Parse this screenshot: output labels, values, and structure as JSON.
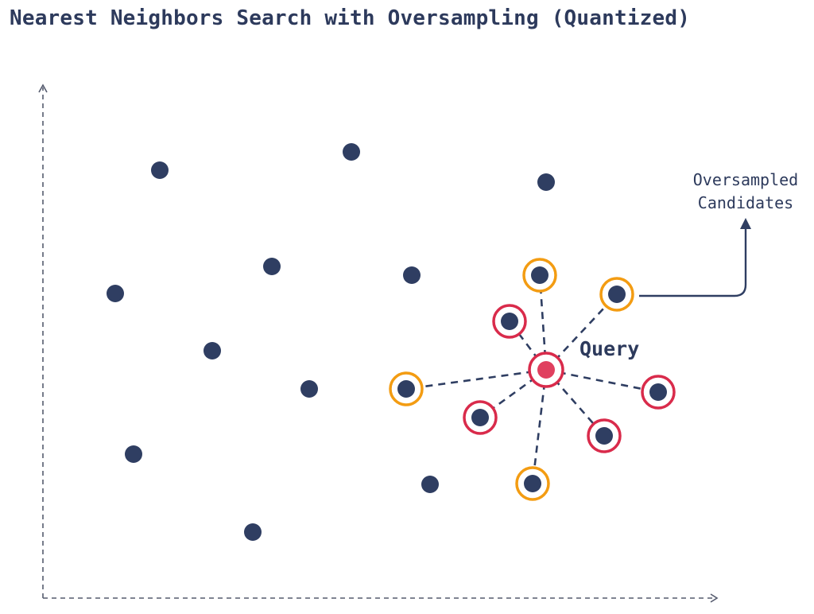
{
  "title": "Nearest Neighbors Search with Oversampling (Quantized)",
  "labels": {
    "query": "Query",
    "candidates_line1": "Oversampled",
    "candidates_line2": "Candidates"
  },
  "colors": {
    "point": "#2f3e62",
    "query": "#e0405f",
    "nearest_ring": "#d92b4b",
    "oversampled_ring": "#f39c12",
    "link": "#2f3e62",
    "axis": "#555b6e",
    "text": "#2d3a5c"
  },
  "icons": [
    "y-axis-arrow-icon",
    "x-axis-arrow-icon",
    "callout-arrow-icon"
  ]
}
